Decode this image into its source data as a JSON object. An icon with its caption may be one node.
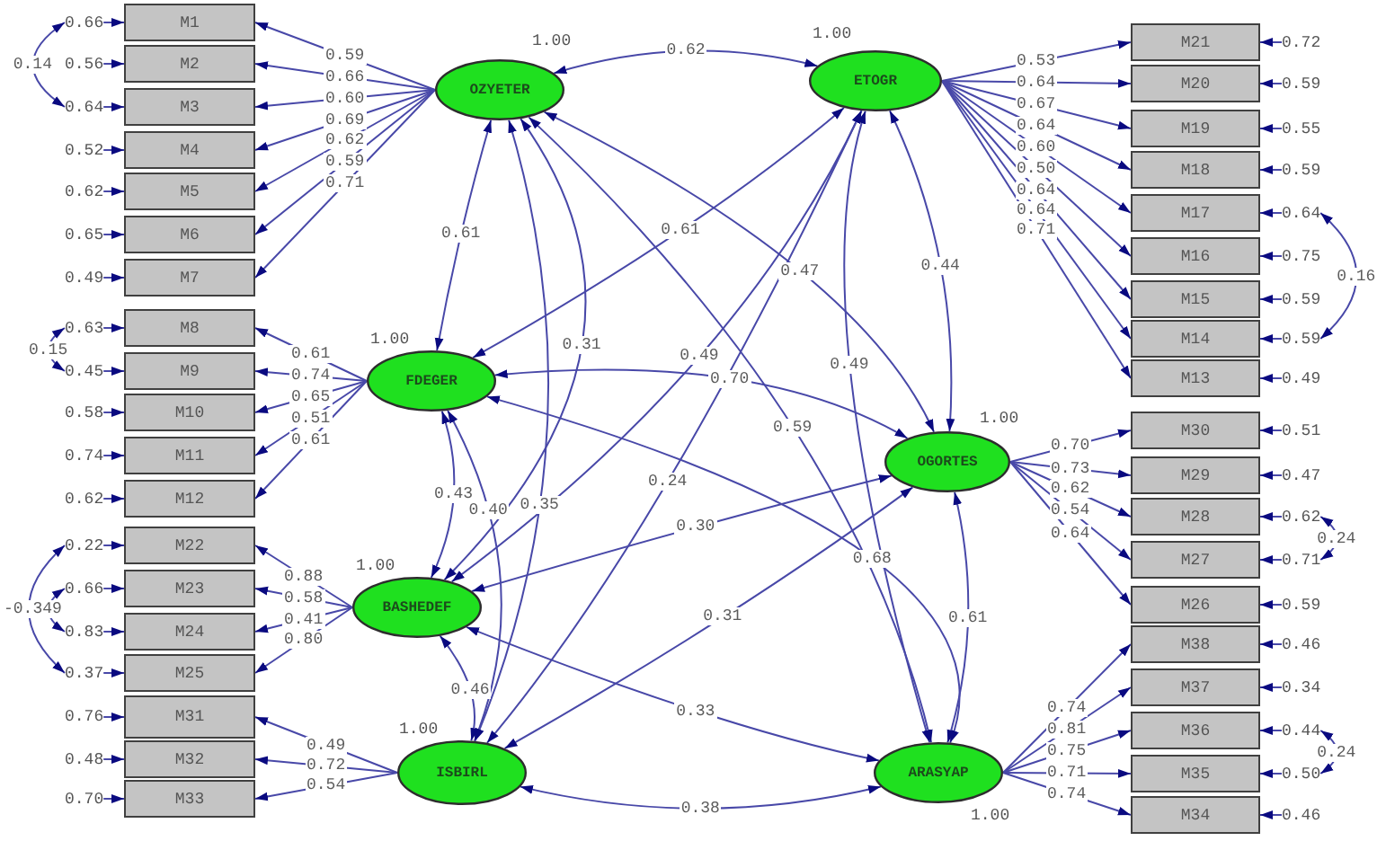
{
  "diagram": {
    "nodes": [
      {
        "text": [
          "0.66"
        ]
      },
      {
        "text": [
          "M1"
        ]
      },
      {
        "text": [
          "0.56"
        ]
      },
      {
        "text": [
          "M2"
        ]
      },
      {
        "text": [
          "0.64"
        ]
      },
      {
        "text": [
          "M3"
        ]
      },
      {
        "text": [
          "0.52"
        ]
      },
      {
        "text": [
          "M4"
        ]
      },
      {
        "text": [
          "0.62"
        ]
      },
      {
        "text": [
          "M5"
        ]
      },
      {
        "text": [
          "0.65"
        ]
      },
      {
        "text": [
          "M6"
        ]
      },
      {
        "text": [
          "0.49"
        ]
      },
      {
        "text": [
          "M7"
        ]
      },
      {
        "text": [
          "0.63"
        ]
      },
      {
        "text": [
          "M8"
        ]
      },
      {
        "text": [
          "0.45"
        ]
      },
      {
        "text": [
          "M9"
        ]
      },
      {
        "text": [
          "0.58"
        ]
      },
      {
        "text": [
          "M10"
        ]
      },
      {
        "text": [
          "0.74"
        ]
      },
      {
        "text": [
          "M11"
        ]
      },
      {
        "text": [
          "0.62"
        ]
      },
      {
        "text": [
          "M12"
        ]
      },
      {
        "text": [
          "0.22"
        ]
      },
      {
        "text": [
          "M22"
        ]
      },
      {
        "text": [
          "0.66"
        ]
      },
      {
        "text": [
          "M23"
        ]
      },
      {
        "text": [
          "0.83"
        ]
      },
      {
        "text": [
          "M24"
        ]
      },
      {
        "text": [
          "0.37"
        ]
      },
      {
        "text": [
          "M25"
        ]
      },
      {
        "text": [
          "0.76"
        ]
      },
      {
        "text": [
          "M31"
        ]
      },
      {
        "text": [
          "0.48"
        ]
      },
      {
        "text": [
          "M32"
        ]
      },
      {
        "text": [
          "0.70"
        ]
      },
      {
        "text": [
          "M33"
        ]
      },
      {
        "text": [
          "OZYETER"
        ],
        "beside": [
          "1.00"
        ]
      },
      {
        "text": [
          "ETOGR"
        ],
        "beside": [
          "1.00"
        ]
      },
      {
        "text": [
          "FDEGER"
        ],
        "beside": [
          "1.00"
        ]
      },
      {
        "text": [
          "OGORTES"
        ],
        "beside": [
          "1.00"
        ]
      },
      {
        "text": [
          "BASHEDEF"
        ],
        "beside": [
          "1.00"
        ]
      },
      {
        "text": [
          "ISBIRL"
        ],
        "beside": [
          "1.00"
        ]
      },
      {
        "text": [
          "ARASYAP"
        ],
        "beside": [
          "1.00"
        ]
      },
      {
        "text": [
          "M21"
        ]
      },
      {
        "text": [
          "0.72"
        ]
      },
      {
        "text": [
          "M20"
        ]
      },
      {
        "text": [
          "0.59"
        ]
      },
      {
        "text": [
          "M19"
        ]
      },
      {
        "text": [
          "0.55"
        ]
      },
      {
        "text": [
          "M18"
        ]
      },
      {
        "text": [
          "0.59"
        ]
      },
      {
        "text": [
          "M17"
        ]
      },
      {
        "text": [
          "0.64"
        ]
      },
      {
        "text": [
          "M16"
        ]
      },
      {
        "text": [
          "0.75"
        ]
      },
      {
        "text": [
          "M15"
        ]
      },
      {
        "text": [
          "0.59"
        ]
      },
      {
        "text": [
          "M14"
        ]
      },
      {
        "text": [
          "0.59"
        ]
      },
      {
        "text": [
          "M13"
        ]
      },
      {
        "text": [
          "0.49"
        ]
      },
      {
        "text": [
          "M30"
        ]
      },
      {
        "text": [
          "0.51"
        ]
      },
      {
        "text": [
          "M29"
        ]
      },
      {
        "text": [
          "0.47"
        ]
      },
      {
        "text": [
          "M28"
        ]
      },
      {
        "text": [
          "0.62"
        ]
      },
      {
        "text": [
          "M27"
        ]
      },
      {
        "text": [
          "0.71"
        ]
      },
      {
        "text": [
          "M26"
        ]
      },
      {
        "text": [
          "0.59"
        ]
      },
      {
        "text": [
          "M38"
        ]
      },
      {
        "text": [
          "0.46"
        ]
      },
      {
        "text": [
          "M37"
        ]
      },
      {
        "text": [
          "0.34"
        ]
      },
      {
        "text": [
          "M36"
        ]
      },
      {
        "text": [
          "0.44"
        ]
      },
      {
        "text": [
          "M35"
        ]
      },
      {
        "text": [
          "0.50"
        ]
      },
      {
        "text": [
          "M34"
        ]
      },
      {
        "text": [
          "0.46"
        ]
      }
    ],
    "edges": [
      {
        "from": 0,
        "to": 1,
        "arrow": "to"
      },
      {
        "from": 2,
        "to": 3,
        "arrow": "to"
      },
      {
        "from": 4,
        "to": 5,
        "arrow": "to"
      },
      {
        "from": 6,
        "to": 7,
        "arrow": "to"
      },
      {
        "from": 8,
        "to": 9,
        "arrow": "to"
      },
      {
        "from": 10,
        "to": 11,
        "arrow": "to"
      },
      {
        "from": 12,
        "to": 13,
        "arrow": "to"
      },
      {
        "from": 14,
        "to": 15,
        "arrow": "to"
      },
      {
        "from": 16,
        "to": 17,
        "arrow": "to"
      },
      {
        "from": 18,
        "to": 19,
        "arrow": "to"
      },
      {
        "from": 20,
        "to": 21,
        "arrow": "to"
      },
      {
        "from": 22,
        "to": 23,
        "arrow": "to"
      },
      {
        "from": 24,
        "to": 25,
        "arrow": "to"
      },
      {
        "from": 26,
        "to": 27,
        "arrow": "to"
      },
      {
        "from": 28,
        "to": 29,
        "arrow": "to"
      },
      {
        "from": 30,
        "to": 31,
        "arrow": "to"
      },
      {
        "from": 32,
        "to": 33,
        "arrow": "to"
      },
      {
        "from": 34,
        "to": 35,
        "arrow": "to"
      },
      {
        "from": 36,
        "to": 37,
        "arrow": "to"
      },
      {
        "from": 0,
        "to": 4,
        "arrow": "both",
        "label": "0.14"
      },
      {
        "from": 14,
        "to": 16,
        "arrow": "both",
        "label": "0.15"
      },
      {
        "from": 24,
        "to": 30,
        "arrow": "both",
        "label": "-0.349"
      },
      {
        "from": 26,
        "to": 28,
        "arrow": "both"
      },
      {
        "from": 38,
        "to": 1,
        "arrow": "to",
        "label": "0.59"
      },
      {
        "from": 38,
        "to": 3,
        "arrow": "to",
        "label": "0.66"
      },
      {
        "from": 38,
        "to": 5,
        "arrow": "to",
        "label": "0.60"
      },
      {
        "from": 38,
        "to": 7,
        "arrow": "to",
        "label": "0.69"
      },
      {
        "from": 38,
        "to": 9,
        "arrow": "to",
        "label": "0.62"
      },
      {
        "from": 38,
        "to": 11,
        "arrow": "to",
        "label": "0.59"
      },
      {
        "from": 38,
        "to": 13,
        "arrow": "to",
        "label": "0.71"
      },
      {
        "from": 40,
        "to": 15,
        "arrow": "to",
        "label": "0.61"
      },
      {
        "from": 40,
        "to": 17,
        "arrow": "to",
        "label": "0.74"
      },
      {
        "from": 40,
        "to": 19,
        "arrow": "to",
        "label": "0.65"
      },
      {
        "from": 40,
        "to": 21,
        "arrow": "to",
        "label": "0.51"
      },
      {
        "from": 40,
        "to": 23,
        "arrow": "to",
        "label": "0.61"
      },
      {
        "from": 42,
        "to": 25,
        "arrow": "to",
        "label": "0.88"
      },
      {
        "from": 42,
        "to": 27,
        "arrow": "to",
        "label": "0.58"
      },
      {
        "from": 42,
        "to": 29,
        "arrow": "to",
        "label": "0.41"
      },
      {
        "from": 42,
        "to": 31,
        "arrow": "to",
        "label": "0.80"
      },
      {
        "from": 43,
        "to": 33,
        "arrow": "to",
        "label": "0.49"
      },
      {
        "from": 43,
        "to": 35,
        "arrow": "to",
        "label": "0.72"
      },
      {
        "from": 43,
        "to": 37,
        "arrow": "to",
        "label": "0.54"
      },
      {
        "from": 38,
        "to": 39,
        "arrow": "both",
        "label": "0.62"
      },
      {
        "from": 38,
        "to": 40,
        "arrow": "both",
        "label": "0.61"
      },
      {
        "from": 39,
        "to": 40,
        "arrow": "both",
        "label": "0.61"
      },
      {
        "from": 39,
        "to": 41,
        "arrow": "both",
        "label": "0.44"
      },
      {
        "from": 38,
        "to": 41,
        "arrow": "both",
        "label": "0.47"
      },
      {
        "from": 38,
        "to": 42,
        "arrow": "both",
        "label": "0.31"
      },
      {
        "from": 39,
        "to": 42,
        "arrow": "both",
        "label": "0.49"
      },
      {
        "from": 39,
        "to": 44,
        "arrow": "both",
        "label": "0.49"
      },
      {
        "from": 40,
        "to": 41,
        "arrow": "both",
        "label": "0.70"
      },
      {
        "from": 38,
        "to": 44,
        "arrow": "both",
        "label": "0.59"
      },
      {
        "from": 40,
        "to": 42,
        "arrow": "both",
        "label": "0.43"
      },
      {
        "from": 40,
        "to": 43,
        "arrow": "both",
        "label": "0.40"
      },
      {
        "from": 39,
        "to": 43,
        "arrow": "both",
        "label": "0.24"
      },
      {
        "from": 41,
        "to": 42,
        "arrow": "both",
        "label": "0.30"
      },
      {
        "from": 40,
        "to": 44,
        "arrow": "both",
        "label": "0.68"
      },
      {
        "from": 41,
        "to": 44,
        "arrow": "both",
        "label": "0.61"
      },
      {
        "from": 41,
        "to": 43,
        "arrow": "both",
        "label": "0.31"
      },
      {
        "from": 42,
        "to": 44,
        "arrow": "both",
        "label": "0.33"
      },
      {
        "from": 42,
        "to": 43,
        "arrow": "both",
        "label": "0.46"
      },
      {
        "from": 43,
        "to": 44,
        "arrow": "both",
        "label": "0.38"
      },
      {
        "from": 38,
        "to": 43,
        "arrow": "both",
        "label": "0.35"
      },
      {
        "from": 39,
        "to": 45,
        "arrow": "to",
        "label": "0.53"
      },
      {
        "from": 39,
        "to": 47,
        "arrow": "to",
        "label": "0.64"
      },
      {
        "from": 39,
        "to": 49,
        "arrow": "to",
        "label": "0.67"
      },
      {
        "from": 39,
        "to": 51,
        "arrow": "to",
        "label": "0.64"
      },
      {
        "from": 39,
        "to": 53,
        "arrow": "to",
        "label": "0.60"
      },
      {
        "from": 39,
        "to": 55,
        "arrow": "to",
        "label": "0.50"
      },
      {
        "from": 39,
        "to": 57,
        "arrow": "to",
        "label": "0.64"
      },
      {
        "from": 39,
        "to": 59,
        "arrow": "to",
        "label": "0.64"
      },
      {
        "from": 39,
        "to": 61,
        "arrow": "to",
        "label": "0.71"
      },
      {
        "from": 41,
        "to": 63,
        "arrow": "to",
        "label": "0.70"
      },
      {
        "from": 41,
        "to": 65,
        "arrow": "to",
        "label": "0.73"
      },
      {
        "from": 41,
        "to": 67,
        "arrow": "to",
        "label": "0.62"
      },
      {
        "from": 41,
        "to": 69,
        "arrow": "to",
        "label": "0.54"
      },
      {
        "from": 41,
        "to": 71,
        "arrow": "to",
        "label": "0.64"
      },
      {
        "from": 44,
        "to": 73,
        "arrow": "to",
        "label": "0.74"
      },
      {
        "from": 44,
        "to": 75,
        "arrow": "to",
        "label": "0.81"
      },
      {
        "from": 44,
        "to": 77,
        "arrow": "to",
        "label": "0.75"
      },
      {
        "from": 44,
        "to": 79,
        "arrow": "to",
        "label": "0.71"
      },
      {
        "from": 44,
        "to": 81,
        "arrow": "to",
        "label": "0.74"
      },
      {
        "from": 46,
        "to": 45,
        "arrow": "to"
      },
      {
        "from": 48,
        "to": 47,
        "arrow": "to"
      },
      {
        "from": 50,
        "to": 49,
        "arrow": "to"
      },
      {
        "from": 52,
        "to": 51,
        "arrow": "to"
      },
      {
        "from": 54,
        "to": 53,
        "arrow": "to"
      },
      {
        "from": 56,
        "to": 55,
        "arrow": "to"
      },
      {
        "from": 58,
        "to": 57,
        "arrow": "to"
      },
      {
        "from": 60,
        "to": 59,
        "arrow": "to"
      },
      {
        "from": 62,
        "to": 61,
        "arrow": "to"
      },
      {
        "from": 64,
        "to": 63,
        "arrow": "to"
      },
      {
        "from": 66,
        "to": 65,
        "arrow": "to"
      },
      {
        "from": 68,
        "to": 67,
        "arrow": "to"
      },
      {
        "from": 70,
        "to": 69,
        "arrow": "to"
      },
      {
        "from": 72,
        "to": 71,
        "arrow": "to"
      },
      {
        "from": 74,
        "to": 73,
        "arrow": "to"
      },
      {
        "from": 76,
        "to": 75,
        "arrow": "to"
      },
      {
        "from": 78,
        "to": 77,
        "arrow": "to"
      },
      {
        "from": 80,
        "to": 79,
        "arrow": "to"
      },
      {
        "from": 82,
        "to": 81,
        "arrow": "to"
      },
      {
        "from": 54,
        "to": 60,
        "arrow": "both",
        "label": "0.16"
      },
      {
        "from": 68,
        "to": 70,
        "arrow": "both",
        "label": "0.24"
      },
      {
        "from": 78,
        "to": 80,
        "arrow": "both",
        "label": "0.24"
      }
    ]
  }
}
